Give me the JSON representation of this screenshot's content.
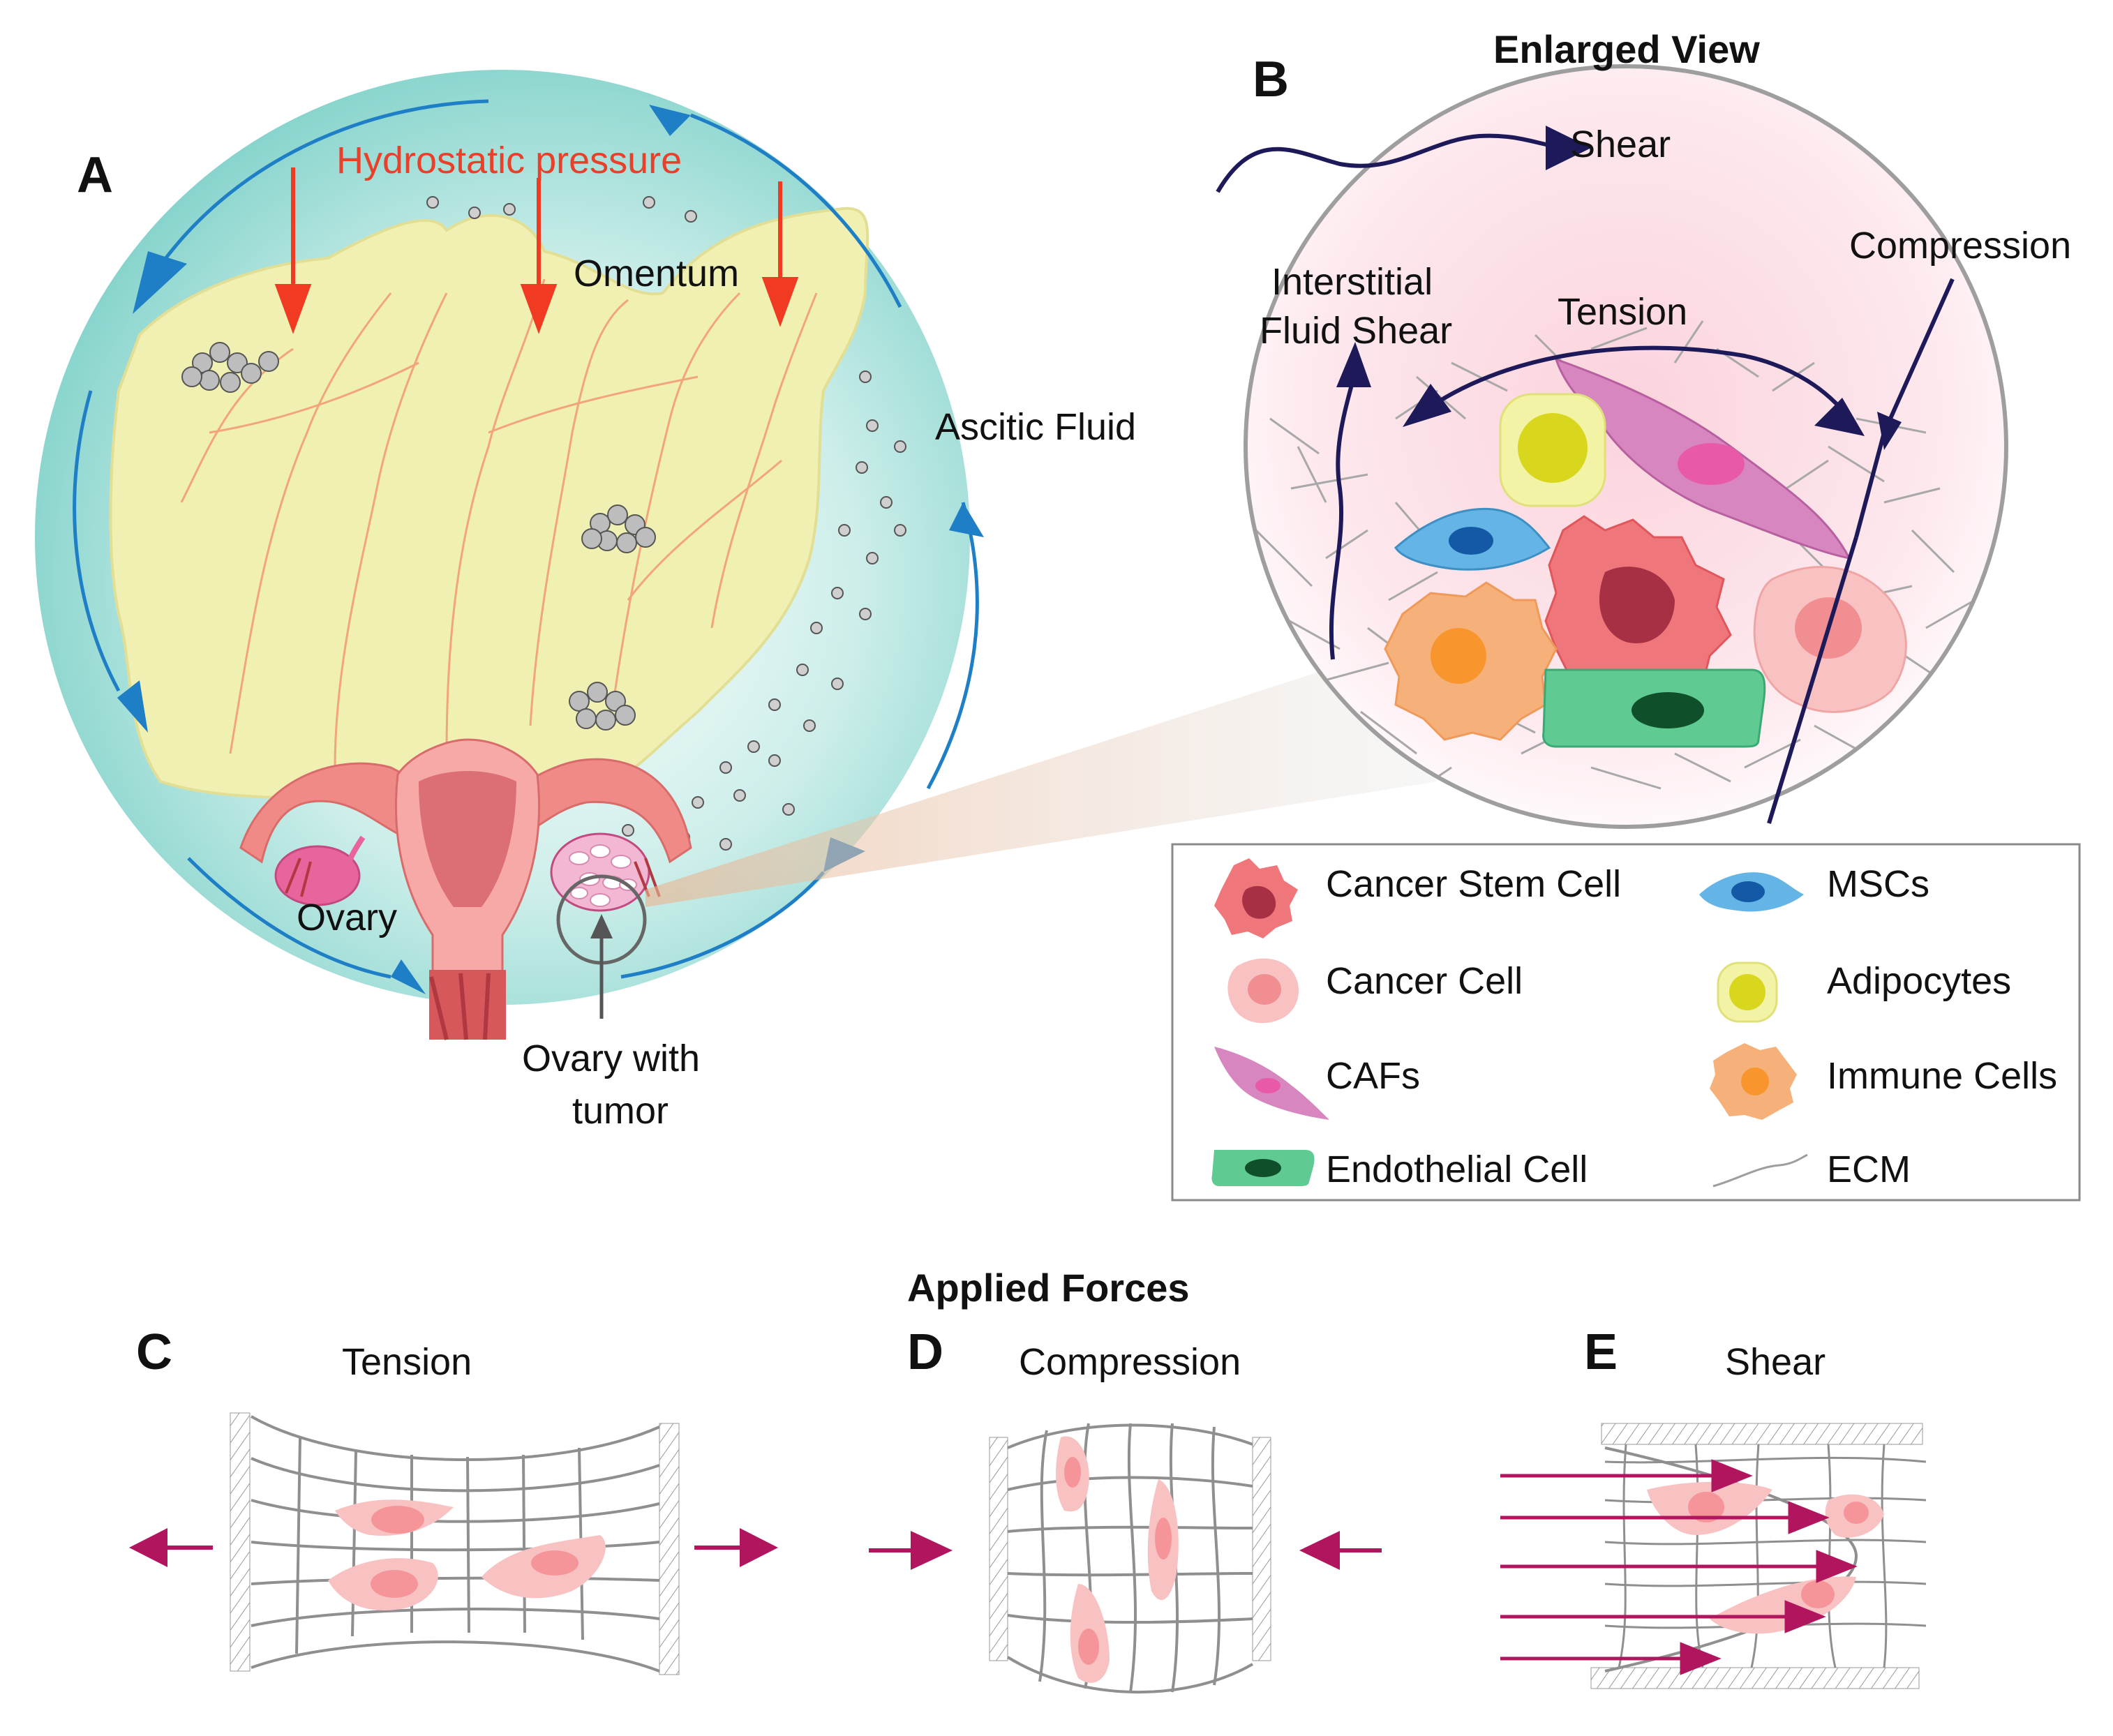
{
  "panels": {
    "a": "A",
    "b": "B",
    "c": "C",
    "d": "D",
    "e": "E"
  },
  "panel_a": {
    "hydrostatic": "Hydrostatic pressure",
    "omentum": "Omentum",
    "ascitic": "Ascitic Fluid",
    "ovary": "Ovary",
    "ovary_tumor_1": "Ovary with",
    "ovary_tumor_2": "tumor"
  },
  "panel_b": {
    "title": "Enlarged View",
    "shear": "Shear",
    "compression": "Compression",
    "interstitial_1": "Interstitial",
    "interstitial_2": "Fluid Shear",
    "tension": "Tension"
  },
  "legend": {
    "items": [
      {
        "label": "Cancer Stem Cell",
        "icon": "cancer-stem-cell-icon"
      },
      {
        "label": "MSCs",
        "icon": "msc-icon"
      },
      {
        "label": "Cancer Cell",
        "icon": "cancer-cell-icon"
      },
      {
        "label": "Adipocytes",
        "icon": "adipocyte-icon"
      },
      {
        "label": "CAFs",
        "icon": "caf-icon"
      },
      {
        "label": "Immune Cells",
        "icon": "immune-cell-icon"
      },
      {
        "label": "Endothelial Cell",
        "icon": "endothelial-cell-icon"
      },
      {
        "label": "ECM",
        "icon": "ecm-icon"
      }
    ]
  },
  "forces": {
    "title": "Applied Forces",
    "tension": "Tension",
    "compression": "Compression",
    "shear": "Shear"
  },
  "colors": {
    "fluid": "#7fd1c9",
    "omentum": "#f1f0b3",
    "pressure_arrow": "#f03a22",
    "flow_arrow": "#1f7fc6",
    "force_arrow": "#b0155e",
    "dark_arrow": "#1e1a5a"
  }
}
